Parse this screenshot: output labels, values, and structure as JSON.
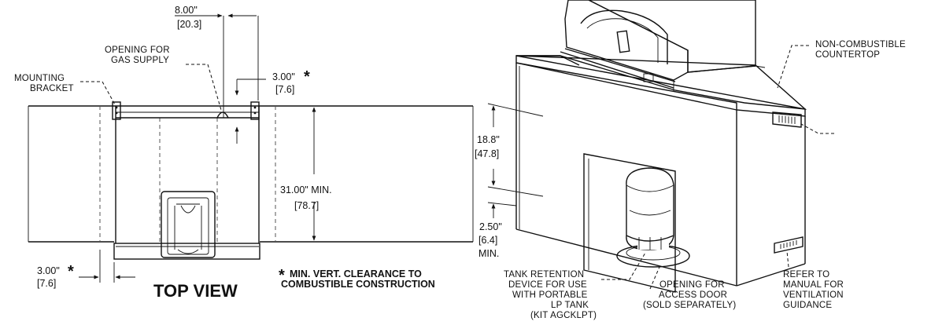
{
  "top_view": {
    "title": "TOP VIEW",
    "labels": {
      "mounting_bracket": [
        "MOUNTING",
        "BRACKET"
      ],
      "gas_opening": [
        "OPENING FOR",
        "GAS SUPPLY"
      ]
    },
    "dimensions": {
      "width_in": "8.00\"",
      "width_cm": "[20.3]",
      "clear_top_in": "3.00\"",
      "clear_top_cm": "[7.6]",
      "depth_in": "31.00\" MIN.",
      "depth_cm": "[78.7]",
      "clear_left_in": "3.00\"",
      "clear_left_cm": "[7.6]"
    },
    "note_star": "*",
    "note": [
      "MIN. VERT. CLEARANCE TO",
      "COMBUSTIBLE CONSTRUCTION"
    ]
  },
  "iso_view": {
    "labels": {
      "countertop": [
        "NON-COMBUSTIBLE",
        "COUNTERTOP"
      ],
      "tank_retention": [
        "TANK RETENTION",
        "DEVICE FOR USE",
        "WITH PORTABLE",
        "LP TANK",
        "(KIT AGCKLPT)"
      ],
      "access_door": [
        "OPENING FOR",
        "ACCESS DOOR",
        "(SOLD SEPARATELY)"
      ],
      "ventilation": [
        "REFER TO",
        "MANUAL FOR",
        "VENTILATION",
        "GUIDANCE"
      ]
    },
    "dimensions": {
      "height_in": "18.8\"",
      "height_cm": "[47.8]",
      "floor_in": "2.50\"",
      "floor_cm": "[6.4]",
      "floor_min": "MIN."
    }
  }
}
